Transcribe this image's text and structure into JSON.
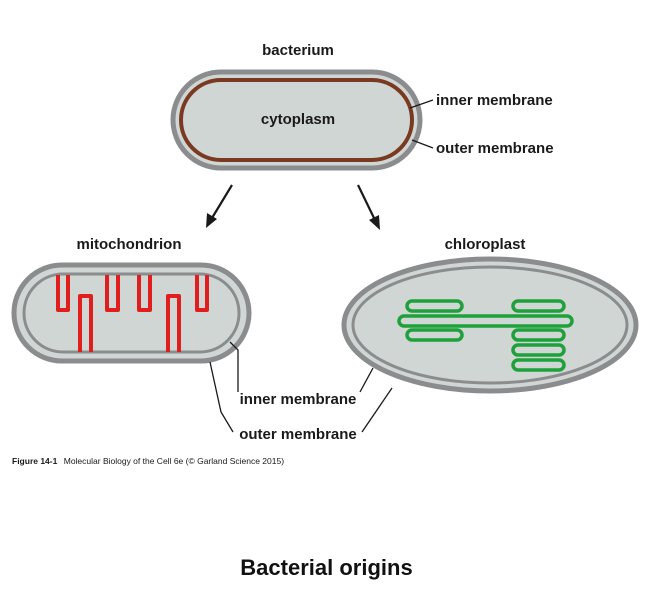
{
  "diagram": {
    "bacterium": {
      "title": "bacterium",
      "cytoplasm_label": "cytoplasm",
      "inner_membrane_label": "inner membrane",
      "outer_membrane_label": "outer membrane"
    },
    "mitochondrion": {
      "title": "mitochondrion"
    },
    "chloroplast": {
      "title": "chloroplast"
    },
    "shared_labels": {
      "inner_membrane": "inner membrane",
      "outer_membrane": "outer membrane"
    },
    "figure_caption": {
      "figure_number": "Figure 14-1",
      "source": "Molecular Biology of the Cell 6e (© Garland Science 2015)"
    }
  },
  "slide": {
    "title": "Bacterial origins"
  },
  "colors": {
    "cytoplasm_fill": "#d0d6d3",
    "membrane_gray": "#8a8c8e",
    "bacterium_inner_membrane": "#7a3a22",
    "mitochondrion_cristae": "#e01e1e",
    "thylakoid_green": "#1ea03a",
    "text": "#1a1a1a"
  }
}
